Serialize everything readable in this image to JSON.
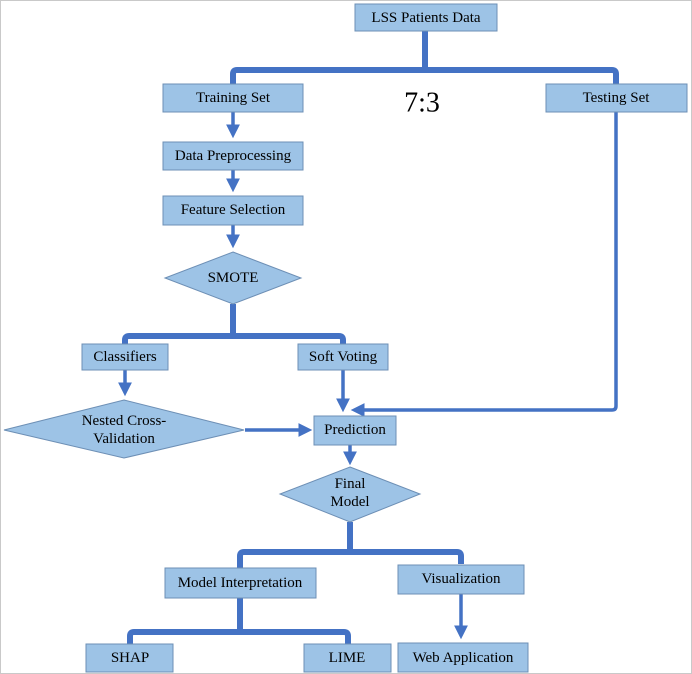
{
  "nodes": {
    "lss_patients_data": "LSS Patients Data",
    "training_set": "Training Set",
    "testing_set": "Testing Set",
    "split_ratio": "7:3",
    "data_preprocessing": "Data Preprocessing",
    "feature_selection": "Feature Selection",
    "smote": "SMOTE",
    "classifiers": "Classifiers",
    "soft_voting": "Soft Voting",
    "nested_cv_line1": "Nested Cross-",
    "nested_cv_line2": "Validation",
    "prediction": "Prediction",
    "final_model_line1": "Final",
    "final_model_line2": "Model",
    "model_interpretation": "Model Interpretation",
    "visualization": "Visualization",
    "shap": "SHAP",
    "lime": "LIME",
    "web_application": "Web Application"
  },
  "colors": {
    "node_fill": "#9dc3e6",
    "node_border": "#6d8fb5",
    "connector": "#4472c4"
  }
}
